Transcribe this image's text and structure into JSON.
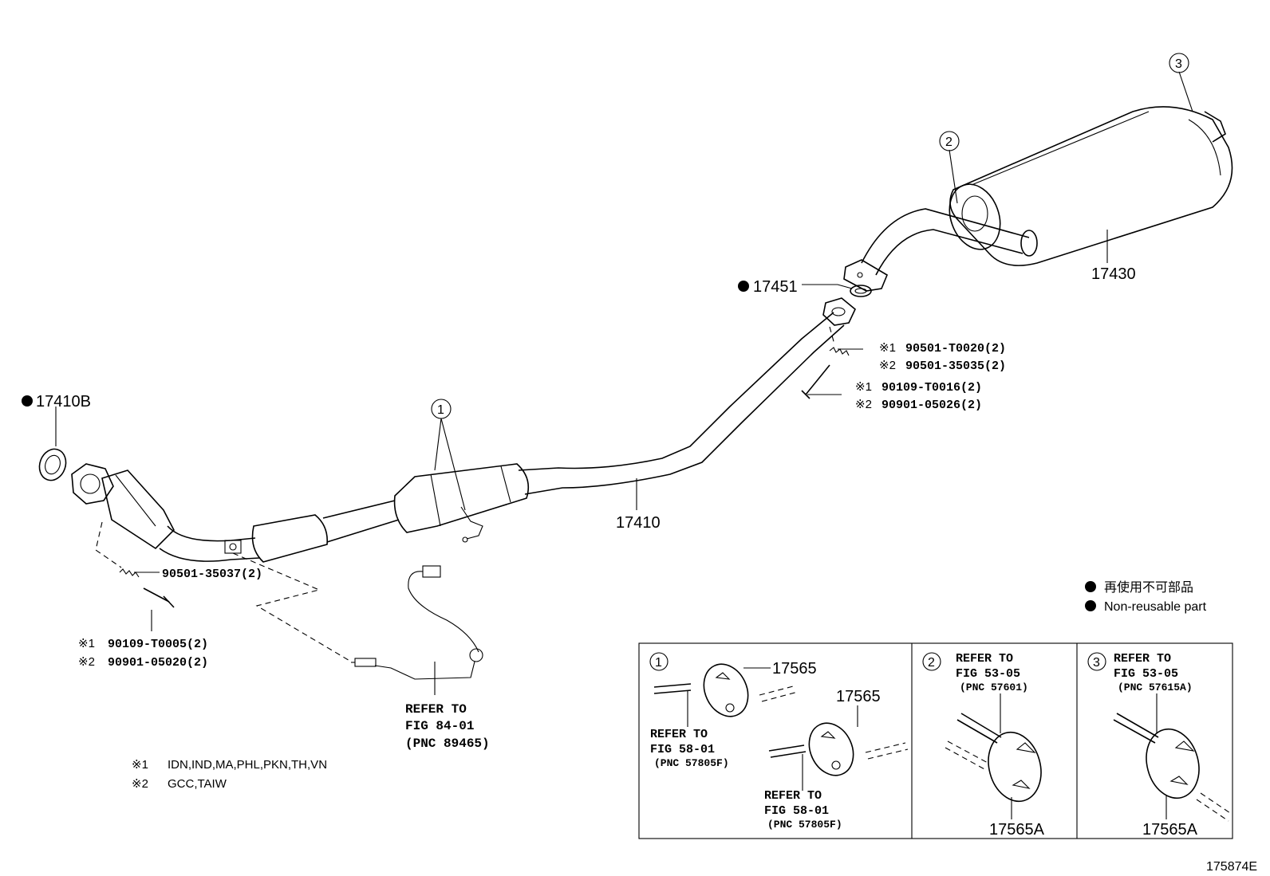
{
  "callouts": {
    "main_pipe": "17410",
    "gasket_front": "17410B",
    "gasket_rear": "17451",
    "tailpipe_muffler": "17430",
    "bolt_front_top": "90501-35037(2)",
    "bolt_front_a": "90109-T0005(2)",
    "bolt_front_b": "90901-05020(2)",
    "spring_a": "90501-T0020(2)",
    "spring_b": "90501-35035(2)",
    "bolt_rear_a": "90109-T0016(2)",
    "bolt_rear_b": "90901-05026(2)",
    "mark_1": "※1",
    "mark_2": "※2"
  },
  "circled": {
    "c1": "1",
    "c2": "2",
    "c3": "3"
  },
  "refer_sensor": {
    "l1": "REFER TO",
    "l2": "FIG 84-01",
    "l3": "(PNC 89465)"
  },
  "legend": {
    "jp": "再使用不可部品",
    "en": "Non-reusable part",
    "note1_mark": "※1",
    "note1": "IDN,IND,MA,PHL,PKN,TH,VN",
    "note2_mark": "※2",
    "note2": "GCC,TAIW"
  },
  "box1": {
    "num": "1",
    "part_a": "17565",
    "part_b": "17565",
    "ref_a": {
      "l1": "REFER TO",
      "l2": "FIG 58-01",
      "l3": "(PNC 57805F)"
    },
    "ref_b": {
      "l1": "REFER TO",
      "l2": "FIG 58-01",
      "l3": "(PNC 57805F)"
    }
  },
  "box2": {
    "num": "2",
    "part": "17565A",
    "ref": {
      "l1": "REFER TO",
      "l2": "FIG 53-05",
      "l3": "(PNC 57601)"
    }
  },
  "box3": {
    "num": "3",
    "part": "17565A",
    "ref": {
      "l1": "REFER TO",
      "l2": "FIG 53-05",
      "l3": "(PNC 57615A)"
    }
  },
  "figure_id": "175874E"
}
